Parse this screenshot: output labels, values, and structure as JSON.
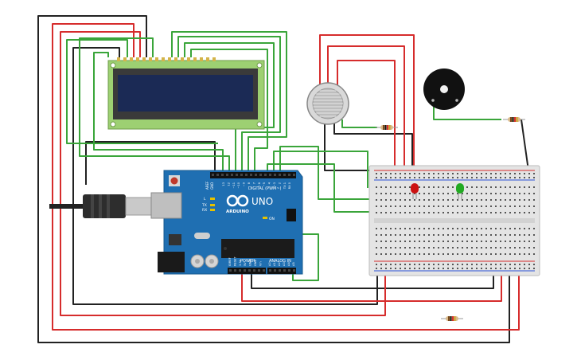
{
  "arduino": {
    "brand_label": "ARDUINO",
    "model_label": "UNO",
    "digital_label": "DIGITAL (PWM~)",
    "power_label": "POWER",
    "analog_label": "ANALOG IN",
    "tx_label": "TX",
    "rx_label": "RX",
    "l_label": "L",
    "on_label": "ON",
    "aref_label": "AREF",
    "gnd_label": "GND",
    "digital_pins": [
      "13",
      "12",
      "~11",
      "~10",
      "~9",
      "8",
      "7",
      "~6",
      "~5",
      "4",
      "~3",
      "2",
      "TX 1",
      "RX 0"
    ],
    "power_pins": [
      "IOREF",
      "RESET",
      "3.3V",
      "5V",
      "GND",
      "GND",
      "Vin"
    ],
    "analog_pins": [
      "A0",
      "A1",
      "A2",
      "A3",
      "A4",
      "A5"
    ]
  },
  "colors": {
    "board": "#1f6fb2",
    "lcd_pcb": "#9dd072",
    "lcd_screen": "#1b2a55",
    "breadboard": "#e4e4e4",
    "wire_red": "#d62c2c",
    "wire_black": "#222222",
    "wire_green": "#3aa53a",
    "led_red": "#cc1111",
    "led_green": "#22aa22",
    "buzzer": "#111111",
    "sensor": "#c8c8c8"
  }
}
